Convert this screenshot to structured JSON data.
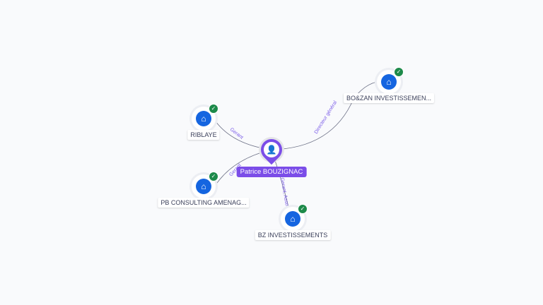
{
  "center": {
    "name": "Patrice BOUZIGNAC",
    "icon": "person-icon"
  },
  "companies": [
    {
      "name": "RIBLAYE",
      "relation": "Gerant"
    },
    {
      "name": "PB CONSULTING AMENAG...",
      "relation": "Gerant"
    },
    {
      "name": "BO&ZAN INVESTISSEMEN...",
      "relation": "Directeur général"
    },
    {
      "name": "BZ INVESTISSEMENTS",
      "relation": "Gerant, Associé"
    }
  ],
  "colors": {
    "accent": "#7b4de8",
    "company": "#1565e0",
    "verified": "#1d8a4a"
  }
}
